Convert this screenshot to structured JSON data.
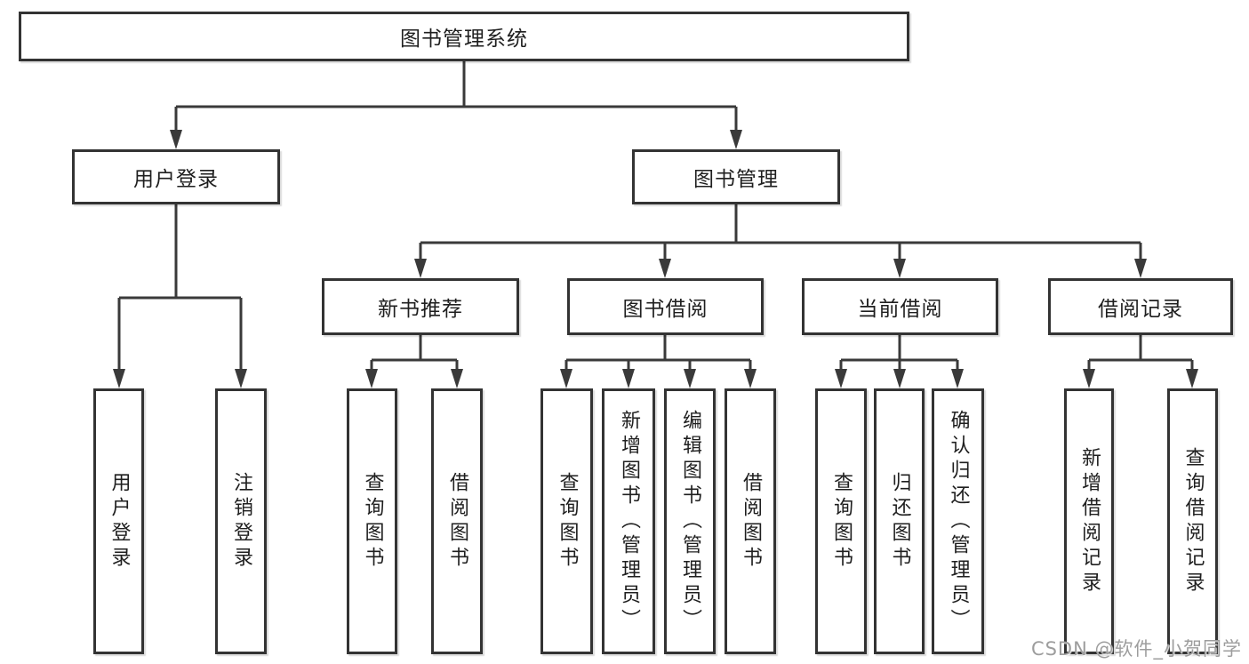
{
  "diagram": {
    "root": {
      "label": "图书管理系统"
    },
    "level2": [
      {
        "id": "user-login",
        "label": "用户登录"
      },
      {
        "id": "book-management",
        "label": "图书管理"
      }
    ],
    "level3": [
      {
        "id": "new-book-recommend",
        "label": "新书推荐"
      },
      {
        "id": "book-borrow",
        "label": "图书借阅"
      },
      {
        "id": "current-borrow",
        "label": "当前借阅"
      },
      {
        "id": "borrow-records",
        "label": "借阅记录"
      }
    ],
    "leaves": [
      {
        "id": "user-login",
        "label": "用户登录"
      },
      {
        "id": "logout",
        "label": "注销登录"
      },
      {
        "id": "query-books-recommend",
        "label": "查询图书"
      },
      {
        "id": "borrow-books-recommend",
        "label": "借阅图书"
      },
      {
        "id": "query-books-borrow",
        "label": "查询图书"
      },
      {
        "id": "add-book-admin",
        "label": "新增图书（管理员）"
      },
      {
        "id": "edit-book-admin",
        "label": "编辑图书（管理员）"
      },
      {
        "id": "borrow-books-borrow",
        "label": "借阅图书"
      },
      {
        "id": "query-books-current",
        "label": "查询图书"
      },
      {
        "id": "return-book",
        "label": "归还图书"
      },
      {
        "id": "confirm-return-admin",
        "label": "确认归还（管理员）"
      },
      {
        "id": "add-borrow-record",
        "label": "新增借阅记录"
      },
      {
        "id": "query-borrow-record",
        "label": "查询借阅记录"
      }
    ]
  },
  "watermark": {
    "text": "CSDN @软件_小贺同学"
  },
  "colors": {
    "line": "#3a3a3a",
    "box_border": "#333333",
    "text": "#1f1f1f",
    "watermark": "#9d9d9d",
    "background": "#ffffff"
  }
}
